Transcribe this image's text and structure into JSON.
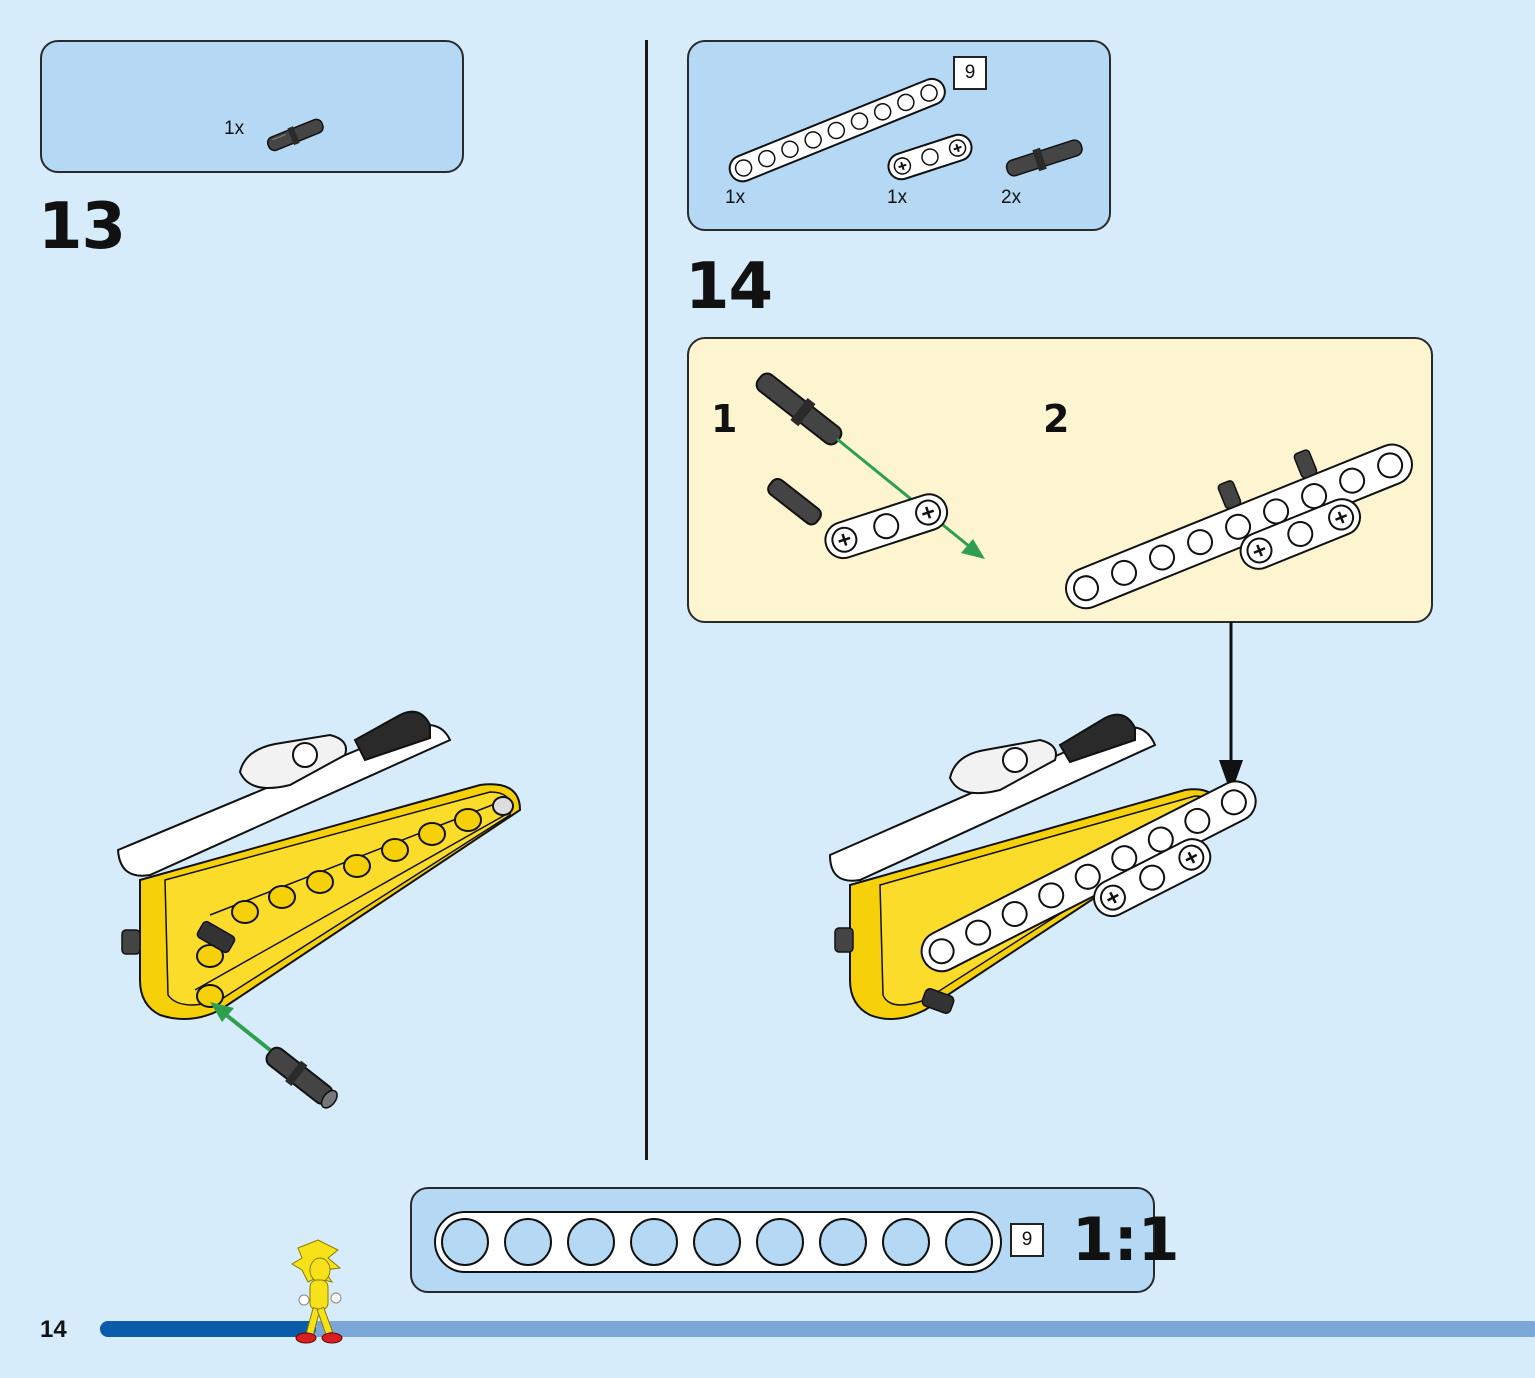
{
  "step13": {
    "number": "13",
    "parts": [
      {
        "part": "axle-pin",
        "qty": "1x"
      }
    ]
  },
  "step14": {
    "number": "14",
    "parts": [
      {
        "part": "beam-9",
        "qty": "1x",
        "length_label": "9"
      },
      {
        "part": "beam-3-cross",
        "qty": "1x"
      },
      {
        "part": "axle-pin",
        "qty": "2x"
      }
    ],
    "substeps": [
      {
        "number": "1"
      },
      {
        "number": "2"
      }
    ]
  },
  "ruler": {
    "length_label": "9",
    "scale": "1:1",
    "holes": 9
  },
  "footer": {
    "page_number": "14",
    "progress": 0.15
  },
  "colors": {
    "page_bg": "#d6ecfb",
    "parts_box": "#b5d9f4",
    "substep_box": "#fdf4d0",
    "yellow_brick": "#f6d10a",
    "arrow_green": "#2e9e4f",
    "progress_done": "#0a5cab",
    "progress_rest": "#7ba6d8"
  }
}
